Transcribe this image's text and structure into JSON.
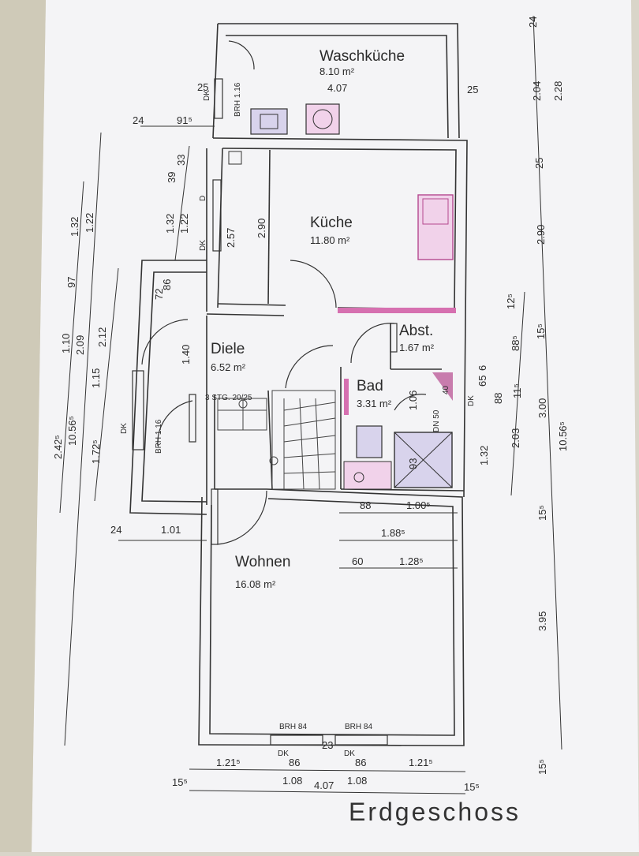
{
  "plan": {
    "title": "Erdgeschoss",
    "rooms": {
      "waschkueche": {
        "name": "Waschküche",
        "area": "8.10 m²",
        "width": "4.07"
      },
      "kueche": {
        "name": "Küche",
        "area": "11.80 m²"
      },
      "diele": {
        "name": "Diele",
        "area": "6.52 m²"
      },
      "abst": {
        "name": "Abst.",
        "area": "1.67 m²"
      },
      "bad": {
        "name": "Bad",
        "area": "3.31 m²"
      },
      "wohnen": {
        "name": "Wohnen",
        "area": "16.08 m²"
      }
    },
    "labels": {
      "stairs": "3 STG. 20/25",
      "dk": "DK",
      "d": "D",
      "brh116": "BRH 1.16",
      "brh84": "BRH 84",
      "dn50": "DN 50",
      "dk86": "86"
    },
    "dims": {
      "left_outer": {
        "total": "10.56⁵",
        "a": "2.42⁵",
        "b": "1.10",
        "c": "97",
        "d": "1.32"
      },
      "left_inner": {
        "a": "2.09",
        "b": "1.22",
        "c": "1.72⁵",
        "d": "2.12",
        "e": "1.15"
      },
      "left_small": {
        "a": "1.32",
        "b": "1.22",
        "c": "39",
        "d": "33"
      },
      "top_left": {
        "a": "24",
        "b": "91⁵",
        "c": "25"
      },
      "top_right": {
        "a": "25"
      },
      "kueche_inner": {
        "a": "2.57",
        "b": "2.90"
      },
      "diele": {
        "a": "1.40",
        "b": "72",
        "c": "86",
        "d": "1.16"
      },
      "bad": {
        "a": "1.06",
        "b": "93",
        "c": "40"
      },
      "right_a": {
        "a": "24",
        "b": "2.04",
        "c": "2.28",
        "d": "25",
        "e": "2.90",
        "f": "12⁵",
        "g": "88⁵",
        "h": "15⁵"
      },
      "right_b": {
        "a": "3.00",
        "b": "10.56⁵",
        "c": "11⁵",
        "d": "2.03",
        "e": "88",
        "f": "65",
        "g": "6",
        "h": "1.32"
      },
      "right_c": {
        "a": "15⁵",
        "b": "3.95",
        "c": "15⁵"
      },
      "wohnen_top": {
        "a": "88",
        "b": "1.00⁵",
        "c": "1.88⁵",
        "d": "60",
        "e": "1.28⁵"
      },
      "left_bottom": {
        "a": "24",
        "b": "1.01"
      },
      "bottom": {
        "a": "1.21⁵",
        "b": "86",
        "c": "23",
        "d": "86",
        "e": "1.21⁵",
        "f": "15⁵",
        "g": "1.08",
        "h": "4.07",
        "i": "1.08",
        "j": "15⁵"
      }
    }
  }
}
